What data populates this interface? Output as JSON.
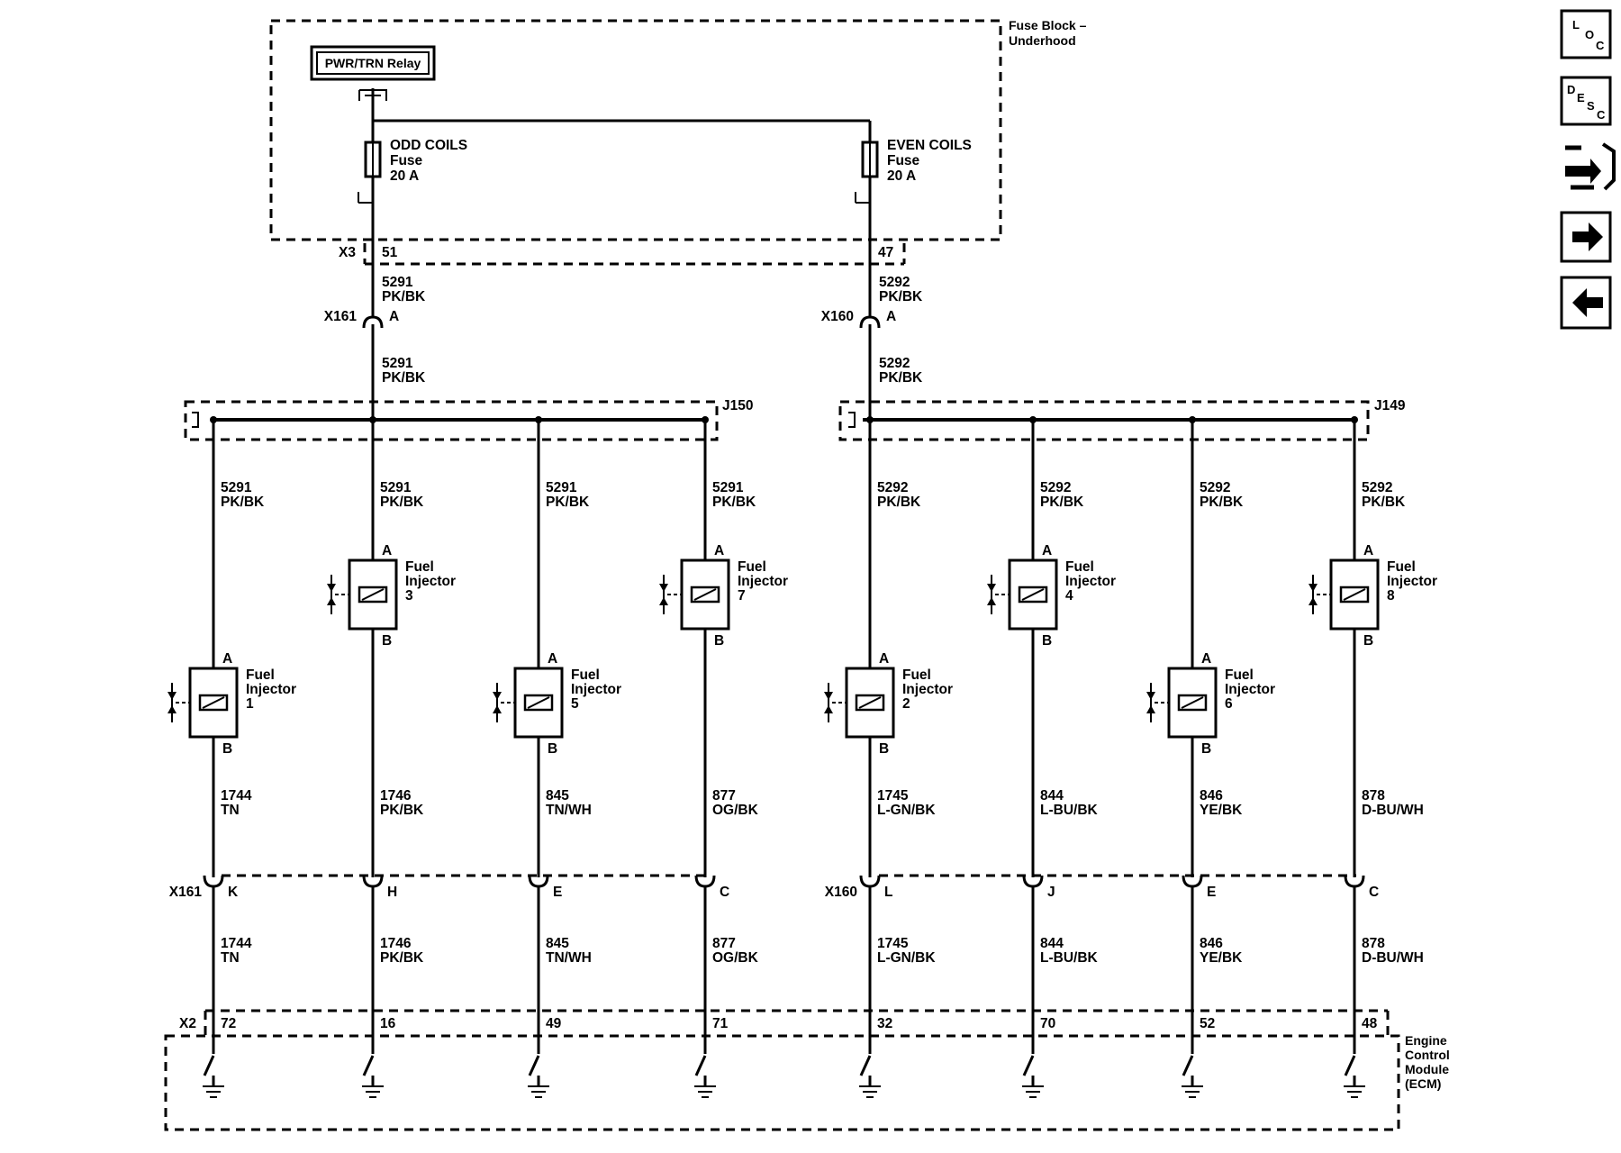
{
  "fuse_block": {
    "label_line1": "Fuse Block –",
    "label_line2": "Underhood",
    "relay": "PWR/TRN Relay",
    "fuses": [
      {
        "name": "ODD COILS",
        "type": "Fuse",
        "rating": "20 A"
      },
      {
        "name": "EVEN COILS",
        "type": "Fuse",
        "rating": "20 A"
      }
    ],
    "connector": "X3",
    "pins": [
      "51",
      "47"
    ]
  },
  "supply": {
    "left": {
      "circuit": "5291",
      "color": "PK/BK",
      "connector": "X161",
      "pin": "A"
    },
    "right": {
      "circuit": "5292",
      "color": "PK/BK",
      "connector": "X160",
      "pin": "A"
    }
  },
  "splices": [
    "J150",
    "J149"
  ],
  "injectors": [
    {
      "title1": "Fuel",
      "title2": "Injector",
      "number": "1",
      "pin_a": "A",
      "pin_b": "B",
      "supply_circuit": "5291",
      "supply_color": "PK/BK",
      "ctrl_circuit": "1744",
      "ctrl_color": "TN",
      "inline_pin": "K",
      "ecm_pin": "72"
    },
    {
      "title1": "Fuel",
      "title2": "Injector",
      "number": "3",
      "pin_a": "A",
      "pin_b": "B",
      "supply_circuit": "5291",
      "supply_color": "PK/BK",
      "ctrl_circuit": "1746",
      "ctrl_color": "PK/BK",
      "inline_pin": "H",
      "ecm_pin": "16"
    },
    {
      "title1": "Fuel",
      "title2": "Injector",
      "number": "5",
      "pin_a": "A",
      "pin_b": "B",
      "supply_circuit": "5291",
      "supply_color": "PK/BK",
      "ctrl_circuit": "845",
      "ctrl_color": "TN/WH",
      "inline_pin": "E",
      "ecm_pin": "49"
    },
    {
      "title1": "Fuel",
      "title2": "Injector",
      "number": "7",
      "pin_a": "A",
      "pin_b": "B",
      "supply_circuit": "5291",
      "supply_color": "PK/BK",
      "ctrl_circuit": "877",
      "ctrl_color": "OG/BK",
      "inline_pin": "C",
      "ecm_pin": "71"
    },
    {
      "title1": "Fuel",
      "title2": "Injector",
      "number": "2",
      "pin_a": "A",
      "pin_b": "B",
      "supply_circuit": "5292",
      "supply_color": "PK/BK",
      "ctrl_circuit": "1745",
      "ctrl_color": "L-GN/BK",
      "inline_pin": "L",
      "ecm_pin": "32"
    },
    {
      "title1": "Fuel",
      "title2": "Injector",
      "number": "4",
      "pin_a": "A",
      "pin_b": "B",
      "supply_circuit": "5292",
      "supply_color": "PK/BK",
      "ctrl_circuit": "844",
      "ctrl_color": "L-BU/BK",
      "inline_pin": "J",
      "ecm_pin": "70"
    },
    {
      "title1": "Fuel",
      "title2": "Injector",
      "number": "6",
      "pin_a": "A",
      "pin_b": "B",
      "supply_circuit": "5292",
      "supply_color": "PK/BK",
      "ctrl_circuit": "846",
      "ctrl_color": "YE/BK",
      "inline_pin": "E",
      "ecm_pin": "52"
    },
    {
      "title1": "Fuel",
      "title2": "Injector",
      "number": "8",
      "pin_a": "A",
      "pin_b": "B",
      "supply_circuit": "5292",
      "supply_color": "PK/BK",
      "ctrl_circuit": "878",
      "ctrl_color": "D-BU/WH",
      "inline_pin": "C",
      "ecm_pin": "48"
    }
  ],
  "inline_connectors": [
    "X161",
    "X160"
  ],
  "ecm": {
    "connector": "X2",
    "label_lines": [
      "Engine",
      "Control",
      "Module",
      "(ECM)"
    ]
  },
  "nav": {
    "loc": {
      "l": "L",
      "o": "O",
      "c": "C"
    },
    "desc": {
      "d": "D",
      "e": "E",
      "s": "S",
      "c": "C"
    },
    "icons": [
      "schematic-connector-icon",
      "next-arrow-icon",
      "back-arrow-icon"
    ]
  }
}
